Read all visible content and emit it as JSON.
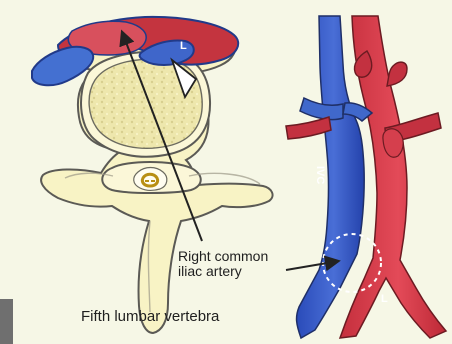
{
  "labels": {
    "right_common_iliac_artery_line1": "Right common",
    "right_common_iliac_artery_line2": "iliac artery",
    "fifth_lumbar_vertebra": "Fifth lumbar vertebra",
    "ivc": "IVC",
    "l_top": "L",
    "l_bottom": "L"
  },
  "colors": {
    "background": "#f6f7e6",
    "artery": "#d63a48",
    "vein": "#3559c8",
    "bone": "#f7f2c2",
    "bone_outline": "#5b5a55",
    "marrow": "#e8e1a5",
    "text": "#1f1f1f",
    "gray_block": "#6f6f6f"
  },
  "icons": [
    "arrow-icon",
    "dashed-circle-icon"
  ]
}
